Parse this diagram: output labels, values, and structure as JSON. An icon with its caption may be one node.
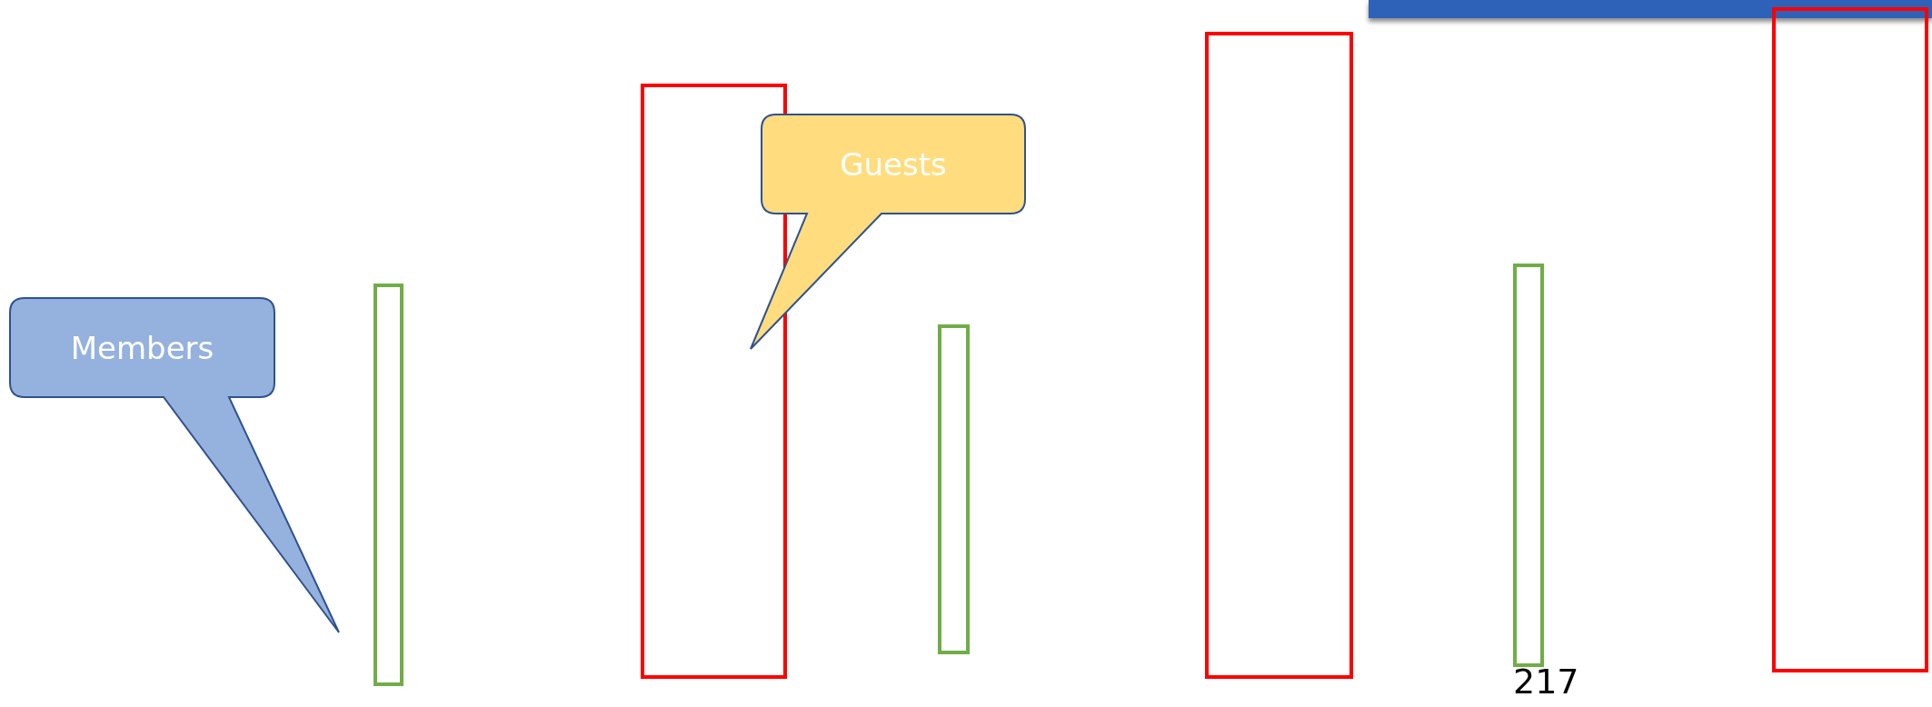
{
  "diagram": {
    "nodes": [
      {
        "text": [
          "Members"
        ]
      },
      {
        "text": [],
        "shape": "box"
      },
      {
        "text": [],
        "shape": "box"
      },
      {
        "text": [
          "Guests"
        ]
      },
      {
        "text": [],
        "shape": "box"
      },
      {
        "text": [],
        "shape": "box"
      },
      {
        "text": [],
        "shape": "bar"
      },
      {
        "text": [],
        "shape": "box"
      },
      {
        "text": [],
        "shape": "box"
      }
    ],
    "labels": [
      "217"
    ]
  }
}
